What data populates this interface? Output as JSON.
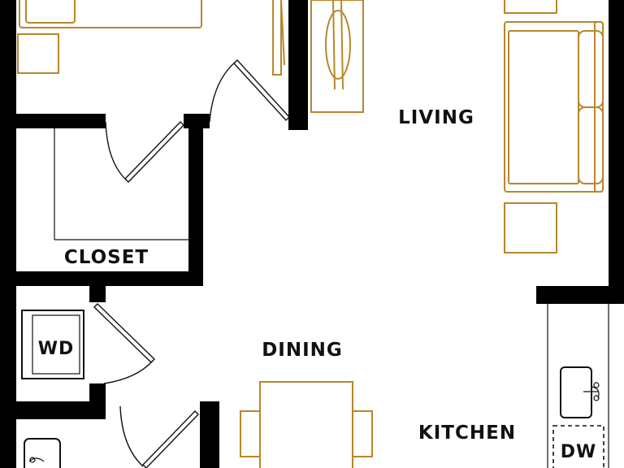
{
  "rooms": {
    "living": "LIVING",
    "closet": "CLOSET",
    "dining": "DINING",
    "kitchen": "KITCHEN"
  },
  "appliances": {
    "washer_dryer": "WD",
    "dishwasher": "DW"
  },
  "colors": {
    "wall": "#000000",
    "furniture": "#b8862b",
    "fixture": "#111111",
    "background": "#ffffff"
  }
}
